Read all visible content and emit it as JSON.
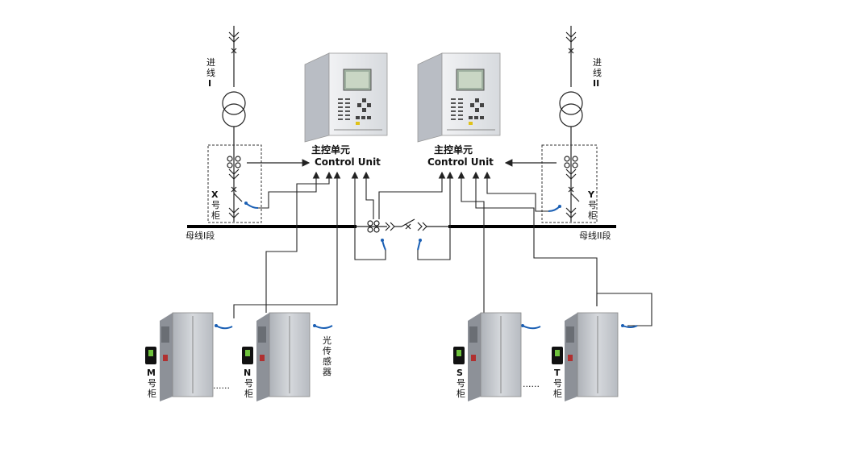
{
  "incoming_left": {
    "line1": "进",
    "line2": "线",
    "line3": "I"
  },
  "incoming_right": {
    "line1": "进",
    "line2": "线",
    "line3": "II"
  },
  "control_unit_left": {
    "cn": "主控单元",
    "en": "Control Unit"
  },
  "control_unit_right": {
    "cn": "主控单元",
    "en": "Control Unit"
  },
  "busbar_left_label": "母线I段",
  "busbar_right_label": "母线II段",
  "cabinet_x": {
    "letter": "X",
    "c1": "号",
    "c2": "柜"
  },
  "cabinet_y": {
    "letter": "Y",
    "c1": "号",
    "c2": "柜"
  },
  "cabinet_m": {
    "letter": "M",
    "c1": "号",
    "c2": "柜"
  },
  "cabinet_n": {
    "letter": "N",
    "c1": "号",
    "c2": "柜"
  },
  "cabinet_s": {
    "letter": "S",
    "c1": "号",
    "c2": "柜"
  },
  "cabinet_t": {
    "letter": "T",
    "c1": "号",
    "c2": "柜"
  },
  "light_sensor": {
    "c1": "光",
    "c2": "传",
    "c3": "感",
    "c4": "器"
  },
  "ellipsis_left": "......",
  "ellipsis_right": "......",
  "colors": {
    "wire": "#222222",
    "busbar": "#000000",
    "sensor": "#1a5fb4",
    "panel_front": "#e4e6ea",
    "panel_side": "#b9bdc4",
    "cabinet": "#c9ccd0"
  }
}
